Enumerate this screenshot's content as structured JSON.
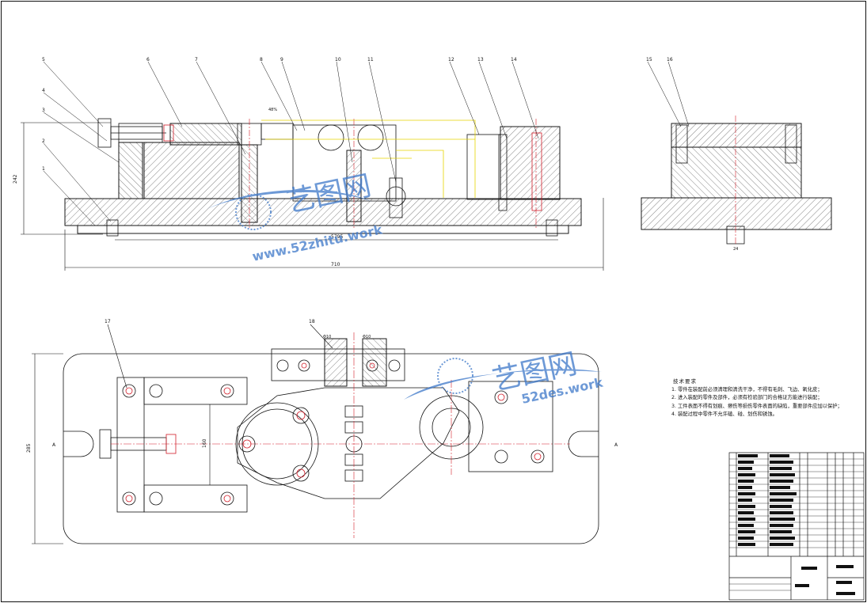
{
  "colors": {
    "line": "#1a1a1a",
    "center_line": "#d21f2a",
    "phantom_line": "#e6d400",
    "watermark": "#3d78c9",
    "hatch": "#333333"
  },
  "front_view": {
    "balloons": [
      "5",
      "4",
      "3",
      "2",
      "1",
      "6",
      "7",
      "8",
      "9",
      "10",
      "11",
      "12",
      "13",
      "14"
    ],
    "dim_height": "242",
    "dim_inner_width": "5795",
    "dim_total_width": "710",
    "dim_small": "48%"
  },
  "side_view": {
    "balloons": [
      "15",
      "16"
    ],
    "dim_bottom": "24"
  },
  "plan_view": {
    "balloons": [
      "17",
      "18"
    ],
    "dim_left_height": "285",
    "dim_inner_height": "160",
    "dim_top_a": "Φ10",
    "dim_top_b": "Φ10",
    "section_mark": "A",
    "section_mark_right": "A"
  },
  "technical_requirements": {
    "title": "技术要求",
    "items": [
      "1. 零件在装配前必须清理和清洗干净，不得有毛刺、飞边、氧化皮；",
      "2. 进入装配的零件及部件，必须有检验部门的合格证方能进行装配；",
      "3. 工件表面不得有划痕、擦伤等损伤零件表面的缺陷，重要部件应加以保护；",
      "4. 装配过程中零件不允许磕、碰、划伤和锈蚀。"
    ]
  },
  "watermark": {
    "brand": "艺图网",
    "domain_1": "www.52zhitu.work",
    "domain_2": "52des.work"
  }
}
